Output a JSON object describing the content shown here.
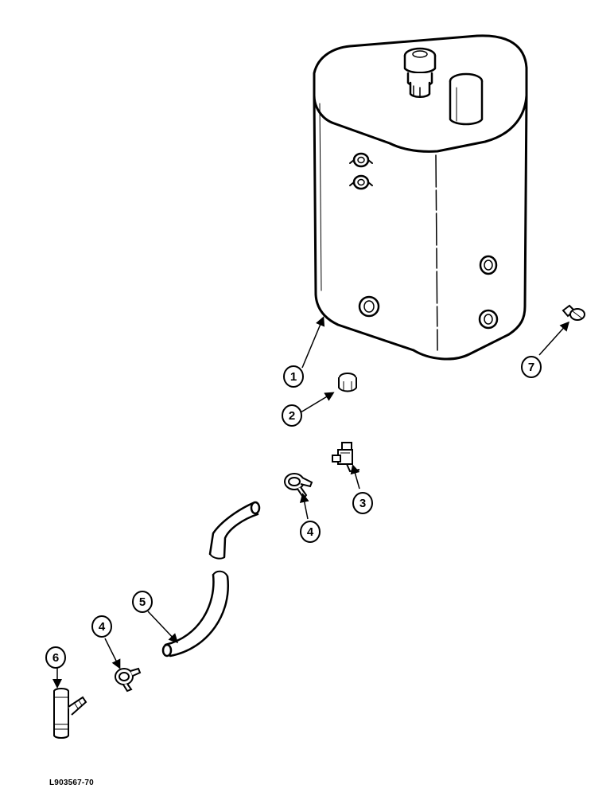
{
  "figure": {
    "id_label": "L903567-70"
  },
  "callouts": [
    {
      "part": "tank",
      "number": "1"
    },
    {
      "part": "plug",
      "number": "2"
    },
    {
      "part": "elbow-fitting",
      "number": "3"
    },
    {
      "part": "hose-clamp-upper",
      "number": "4"
    },
    {
      "part": "hose",
      "number": "5"
    },
    {
      "part": "hose-clamp-lower",
      "number": "4"
    },
    {
      "part": "tee-fitting",
      "number": "6"
    },
    {
      "part": "plug-small",
      "number": "7"
    }
  ]
}
